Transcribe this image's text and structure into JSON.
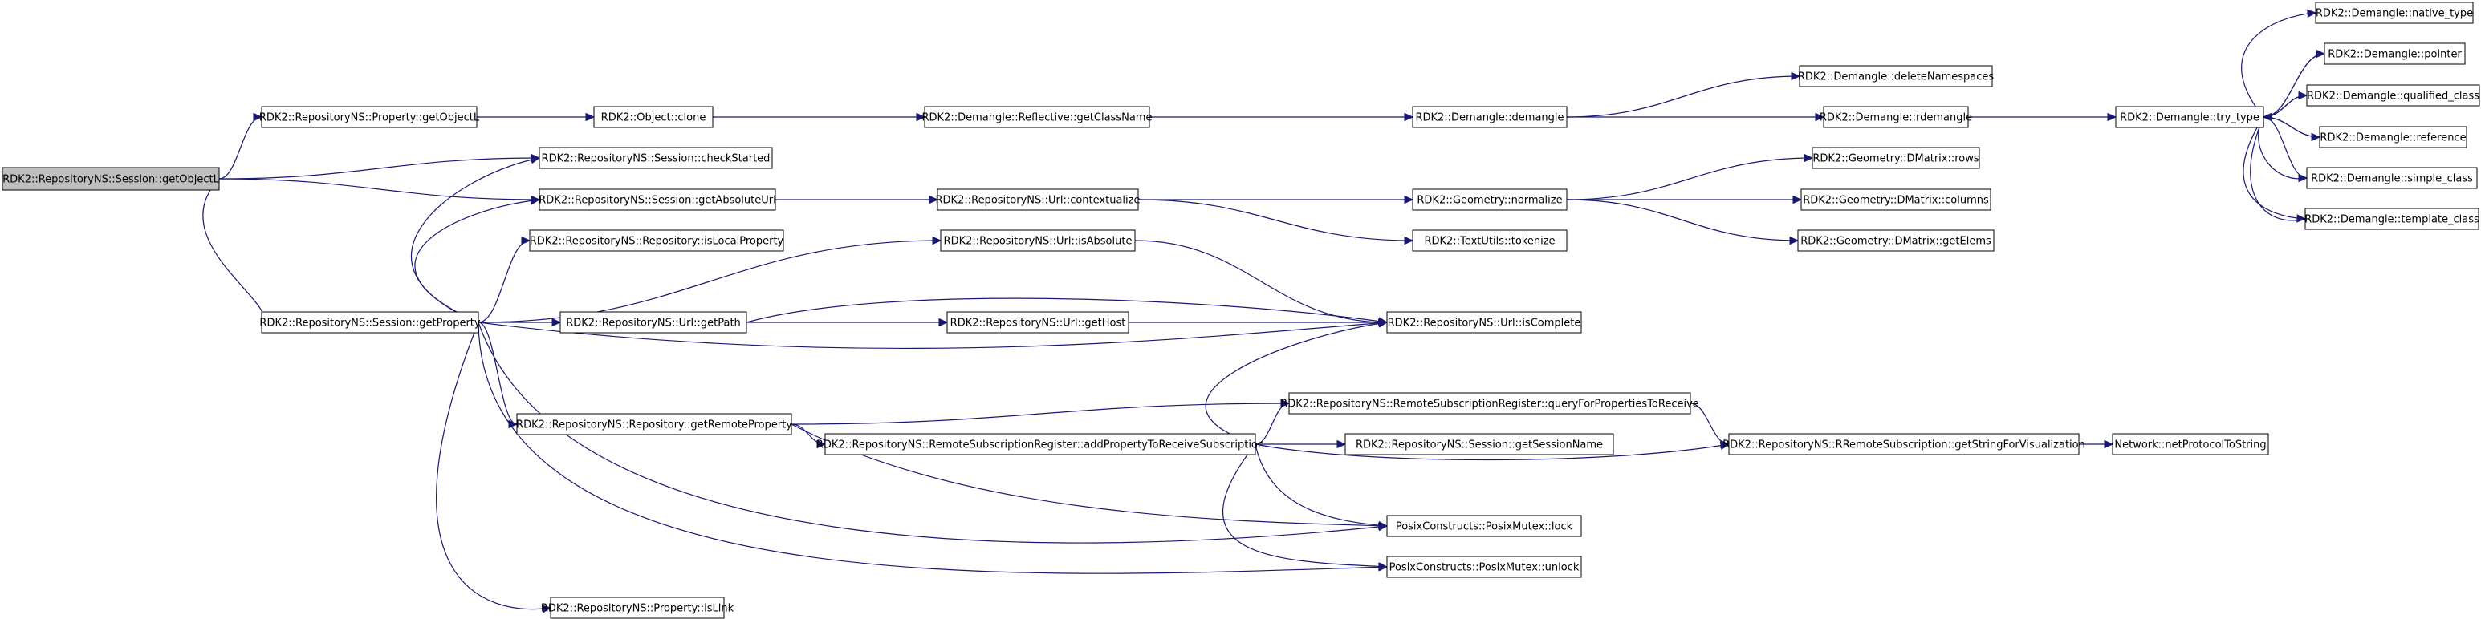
{
  "graph": {
    "nodes": [
      {
        "id": "n0",
        "label": "RDK2::RepositoryNS::Session::getObjectL",
        "root": true
      },
      {
        "id": "n1",
        "label": "RDK2::RepositoryNS::Property::getObjectL"
      },
      {
        "id": "n2",
        "label": "RDK2::Object::clone"
      },
      {
        "id": "n3",
        "label": "RDK2::Demangle::Reflective::getClassName"
      },
      {
        "id": "n4",
        "label": "RDK2::Demangle::demangle"
      },
      {
        "id": "n5",
        "label": "RDK2::Demangle::deleteNamespaces"
      },
      {
        "id": "n6",
        "label": "RDK2::Demangle::rdemangle"
      },
      {
        "id": "n7",
        "label": "RDK2::Demangle::try_type"
      },
      {
        "id": "n8",
        "label": "RDK2::Demangle::native_type"
      },
      {
        "id": "n9",
        "label": "RDK2::Demangle::pointer"
      },
      {
        "id": "n10",
        "label": "RDK2::Demangle::qualified_class"
      },
      {
        "id": "n11",
        "label": "RDK2::Demangle::reference"
      },
      {
        "id": "n12",
        "label": "RDK2::Demangle::simple_class"
      },
      {
        "id": "n13",
        "label": "RDK2::Demangle::template_class"
      },
      {
        "id": "n14",
        "label": "RDK2::RepositoryNS::Session::checkStarted"
      },
      {
        "id": "n15",
        "label": "RDK2::RepositoryNS::Session::getAbsoluteUrl"
      },
      {
        "id": "n16",
        "label": "RDK2::RepositoryNS::Url::contextualize"
      },
      {
        "id": "n17",
        "label": "RDK2::Geometry::normalize"
      },
      {
        "id": "n18",
        "label": "RDK2::Geometry::DMatrix::rows"
      },
      {
        "id": "n19",
        "label": "RDK2::Geometry::DMatrix::columns"
      },
      {
        "id": "n20",
        "label": "RDK2::Geometry::DMatrix::getElems"
      },
      {
        "id": "n21",
        "label": "RDK2::TextUtils::tokenize"
      },
      {
        "id": "n22",
        "label": "RDK2::RepositoryNS::Repository::isLocalProperty"
      },
      {
        "id": "n23",
        "label": "RDK2::RepositoryNS::Url::isAbsolute"
      },
      {
        "id": "n24",
        "label": "RDK2::RepositoryNS::Session::getProperty"
      },
      {
        "id": "n25",
        "label": "RDK2::RepositoryNS::Url::getPath"
      },
      {
        "id": "n26",
        "label": "RDK2::RepositoryNS::Url::getHost"
      },
      {
        "id": "n27",
        "label": "RDK2::RepositoryNS::Url::isComplete"
      },
      {
        "id": "n28",
        "label": "RDK2::RepositoryNS::Repository::getRemoteProperty"
      },
      {
        "id": "n29",
        "label": "RDK2::RepositoryNS::RemoteSubscriptionRegister::queryForPropertiesToReceive"
      },
      {
        "id": "n30",
        "label": "RDK2::RepositoryNS::RemoteSubscriptionRegister::addPropertyToReceiveSubscription"
      },
      {
        "id": "n31",
        "label": "RDK2::RepositoryNS::Session::getSessionName"
      },
      {
        "id": "n32",
        "label": "RDK2::RepositoryNS::RRemoteSubscription::getStringForVisualization"
      },
      {
        "id": "n33",
        "label": "Network::netProtocolToString"
      },
      {
        "id": "n34",
        "label": "PosixConstructs::PosixMutex::lock"
      },
      {
        "id": "n35",
        "label": "PosixConstructs::PosixMutex::unlock"
      },
      {
        "id": "n36",
        "label": "RDK2::RepositoryNS::Property::isLink"
      }
    ],
    "edges": [
      [
        "n0",
        "n1"
      ],
      [
        "n0",
        "n14"
      ],
      [
        "n0",
        "n15"
      ],
      [
        "n0",
        "n24"
      ],
      [
        "n1",
        "n2"
      ],
      [
        "n2",
        "n3"
      ],
      [
        "n3",
        "n4"
      ],
      [
        "n4",
        "n5"
      ],
      [
        "n4",
        "n6"
      ],
      [
        "n6",
        "n7"
      ],
      [
        "n7",
        "n8"
      ],
      [
        "n7",
        "n9"
      ],
      [
        "n7",
        "n10"
      ],
      [
        "n7",
        "n11"
      ],
      [
        "n7",
        "n12"
      ],
      [
        "n7",
        "n13"
      ],
      [
        "n9",
        "n7"
      ],
      [
        "n10",
        "n7"
      ],
      [
        "n11",
        "n7"
      ],
      [
        "n12",
        "n7"
      ],
      [
        "n13",
        "n7"
      ],
      [
        "n15",
        "n16"
      ],
      [
        "n16",
        "n17"
      ],
      [
        "n16",
        "n21"
      ],
      [
        "n17",
        "n18"
      ],
      [
        "n17",
        "n19"
      ],
      [
        "n17",
        "n20"
      ],
      [
        "n23",
        "n27"
      ],
      [
        "n24",
        "n14"
      ],
      [
        "n24",
        "n15"
      ],
      [
        "n24",
        "n22"
      ],
      [
        "n24",
        "n23"
      ],
      [
        "n24",
        "n25"
      ],
      [
        "n24",
        "n27"
      ],
      [
        "n24",
        "n28"
      ],
      [
        "n24",
        "n34"
      ],
      [
        "n24",
        "n35"
      ],
      [
        "n24",
        "n36"
      ],
      [
        "n25",
        "n26"
      ],
      [
        "n25",
        "n27"
      ],
      [
        "n26",
        "n27"
      ],
      [
        "n28",
        "n29"
      ],
      [
        "n28",
        "n30"
      ],
      [
        "n28",
        "n34"
      ],
      [
        "n29",
        "n32"
      ],
      [
        "n30",
        "n27"
      ],
      [
        "n30",
        "n29"
      ],
      [
        "n30",
        "n31"
      ],
      [
        "n30",
        "n32"
      ],
      [
        "n30",
        "n34"
      ],
      [
        "n30",
        "n35"
      ],
      [
        "n32",
        "n33"
      ]
    ]
  }
}
